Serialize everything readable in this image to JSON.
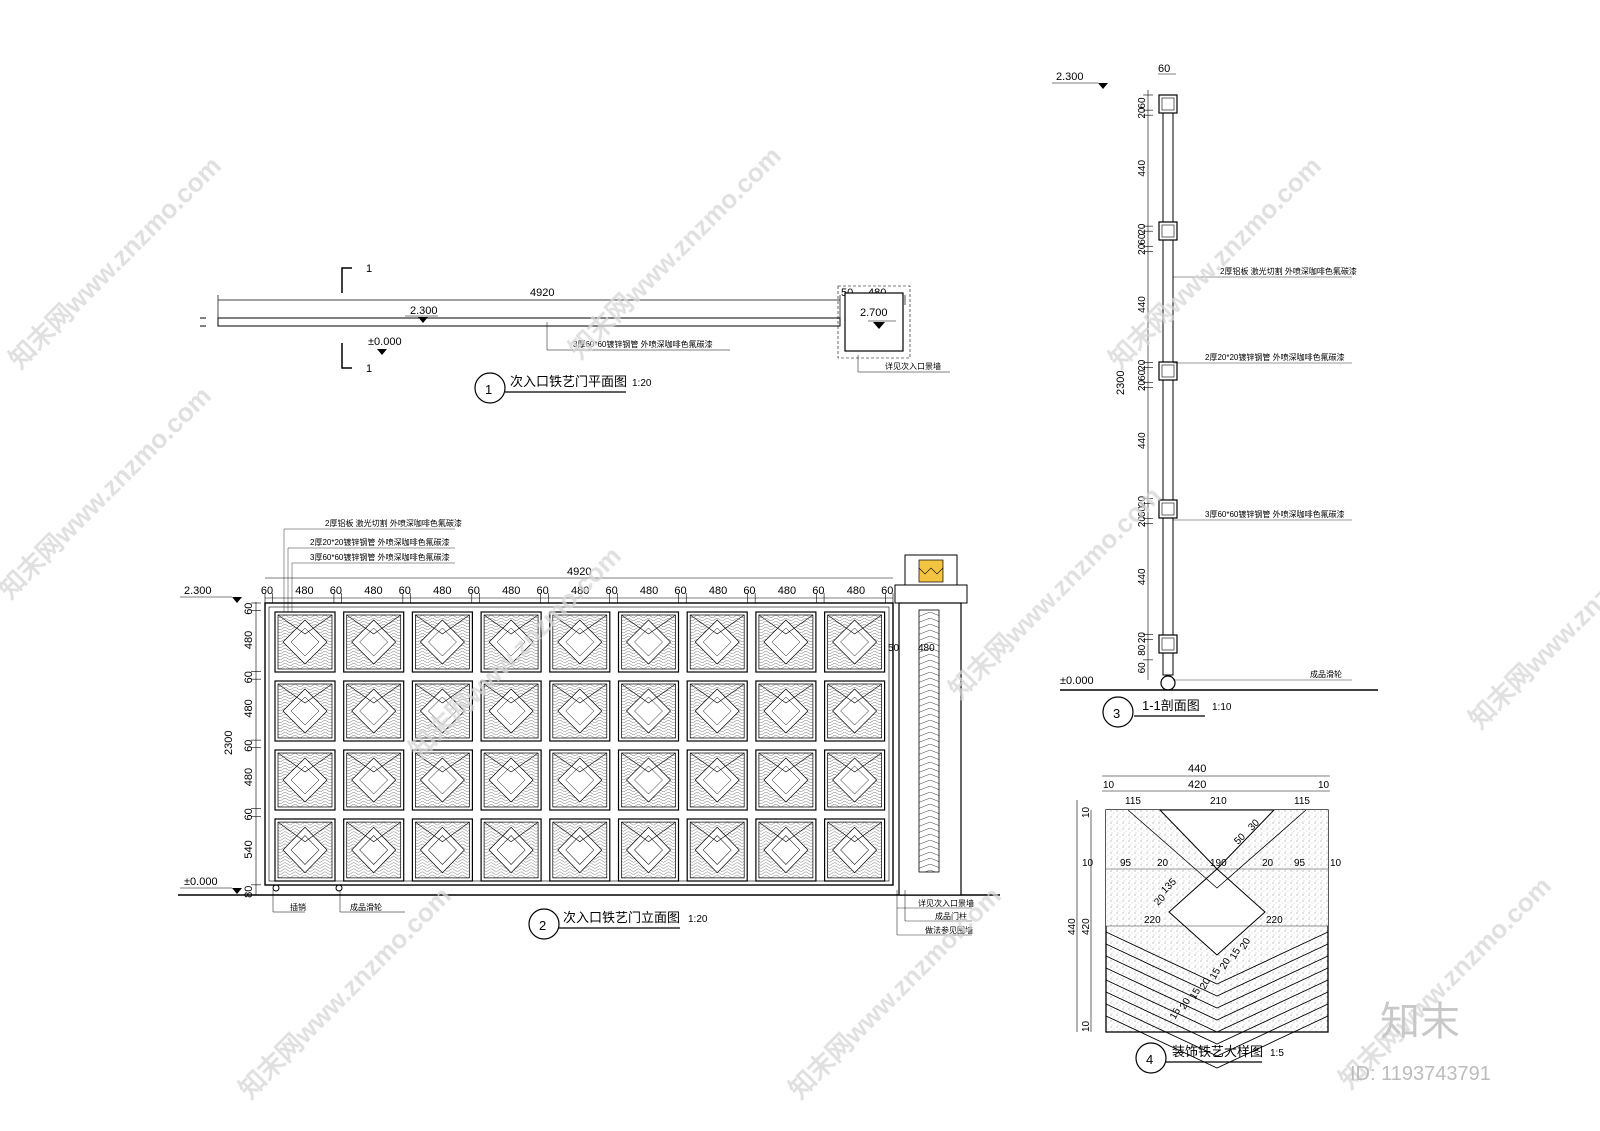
{
  "views": {
    "plan": {
      "title": "次入口铁艺门平面图",
      "scale": "1:20",
      "number": "1",
      "dim_total": "4920",
      "dim_a": "50",
      "dim_b": "480",
      "level_top": "2.300",
      "level_pier": "2.700",
      "level_ground": "±0.000",
      "section_mark": "1",
      "note_tube": "3厚60*60镀锌钢管 外喷深咖啡色氟碳漆",
      "note_wall": "详见次入口景墙"
    },
    "elevation": {
      "title": "次入口铁艺门立面图",
      "scale": "1:20",
      "number": "2",
      "dim_total": "4920",
      "top_dims": [
        "60",
        "480",
        "60",
        "480",
        "60",
        "480",
        "60",
        "480",
        "60",
        "480",
        "60",
        "480",
        "60",
        "480",
        "60",
        "480",
        "60",
        "480",
        "60"
      ],
      "left_dims": [
        "60",
        "480",
        "60",
        "480",
        "60",
        "480",
        "60",
        "540",
        "80"
      ],
      "height_total": "2300",
      "level_top": "2.300",
      "level_ground": "±0.000",
      "pier_dim_a": "50",
      "pier_dim_b": "480",
      "notes_top": [
        "2厚铝板 激光切割 外喷深咖啡色氟碳漆",
        "2厚20*20镀锌钢管 外喷深咖啡色氟碳漆",
        "3厚60*60镀锌钢管 外喷深咖啡色氟碳漆"
      ],
      "note_pin": "插销",
      "note_wheel": "成品滑轮",
      "notes_right": [
        "详见次入口景墙",
        "成品门柱",
        "做法参见围墙"
      ]
    },
    "section": {
      "title": "1-1剖面图",
      "scale": "1:10",
      "number": "3",
      "dim_top": "60",
      "level_top": "2.300",
      "level_ground": "±0.000",
      "height_total": "2300",
      "side_dims": [
        "60",
        "20",
        "440",
        "20",
        "60",
        "20",
        "440",
        "20",
        "60",
        "20",
        "440",
        "20",
        "60",
        "20",
        "440",
        "20",
        "80",
        "60"
      ],
      "notes": [
        "2厚铝板 激光切割 外喷深咖啡色氟碳漆",
        "2厚20*20镀锌钢管 外喷深咖啡色氟碳漆",
        "3厚60*60镀锌钢管 外喷深咖啡色氟碳漆",
        "成品滑轮"
      ]
    },
    "detail": {
      "title": "装饰铁艺大样图",
      "scale": "1:5",
      "number": "4",
      "dim_total": "440",
      "dim_inner": "420",
      "dim_edge": "10",
      "top_row": [
        "115",
        "210",
        "115"
      ],
      "mid_row": [
        "10",
        "95",
        "20",
        "190",
        "20",
        "95",
        "10"
      ],
      "diag_a": "135",
      "diag_b": "50",
      "diag_c": "30",
      "diag_d": "20",
      "row_220": [
        "220",
        "220"
      ],
      "side_dims": [
        "10",
        "420",
        "10"
      ],
      "side_total": "440",
      "stripe_dims": [
        "15",
        "20",
        "15",
        "20",
        "15",
        "20",
        "15",
        "20"
      ]
    }
  },
  "watermark": {
    "text": "知末网www.znzmo.com",
    "brand": "知末",
    "id": "ID: 1193743791"
  }
}
